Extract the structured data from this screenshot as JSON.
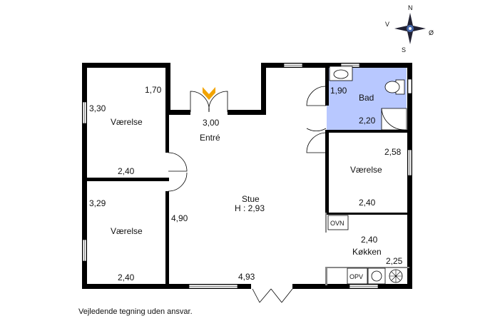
{
  "compass": {
    "n": "N",
    "s": "S",
    "v": "V",
    "o": "Ø"
  },
  "rooms": {
    "vaerelse_top": {
      "name": "Værelse",
      "dims": [
        "3,30",
        "1,70",
        "2,40"
      ]
    },
    "vaerelse_bottom": {
      "name": "Værelse",
      "dims": [
        "3,29",
        "2,40"
      ]
    },
    "entre": {
      "name": "Entré",
      "dims": [
        "3,00"
      ]
    },
    "stue": {
      "name": "Stue",
      "height": "H : 2,93",
      "dims": [
        "4,90",
        "4,93"
      ]
    },
    "bad": {
      "name": "Bad",
      "dims": [
        "1,90",
        "2,20"
      ]
    },
    "vaerelse_right": {
      "name": "Værelse",
      "dims": [
        "2,58",
        "2,40"
      ]
    },
    "kokken": {
      "name": "Køkken",
      "dims": [
        "2,40",
        "2,25"
      ],
      "ovn": "OVN",
      "opv": "OPV"
    }
  },
  "colors": {
    "wall": "#000000",
    "bath_fill": "#b8c8ff",
    "entry_marker": "#f2a400"
  },
  "disclaimer": "Vejledende tegning uden ansvar."
}
